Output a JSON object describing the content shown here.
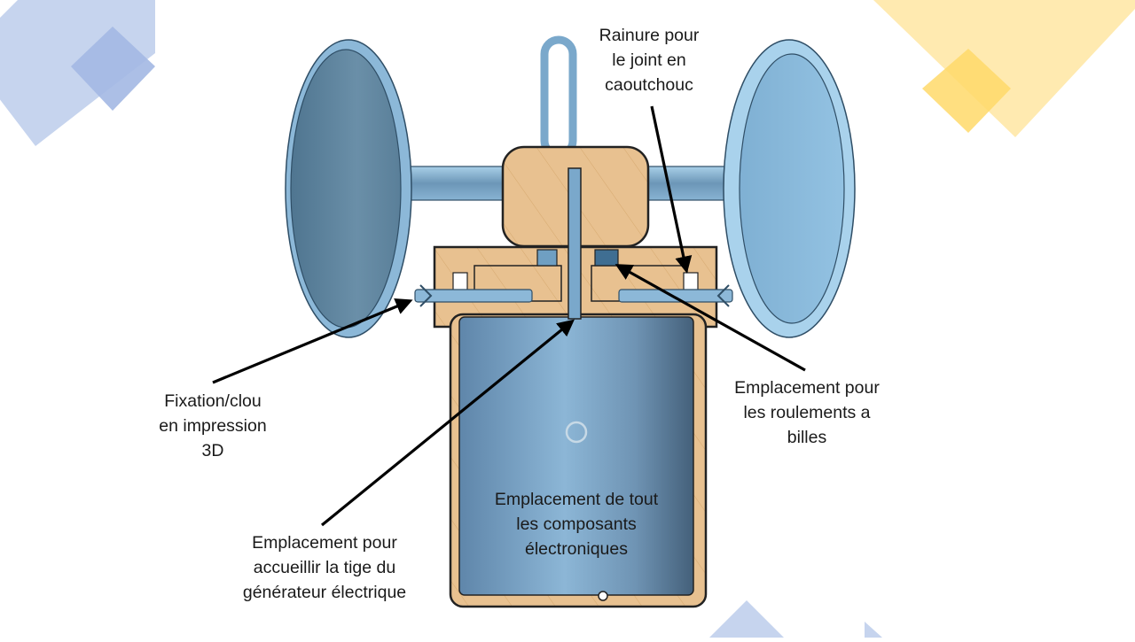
{
  "colors": {
    "deco_blue": "#8fa9de",
    "deco_yellow": "#ffd34d",
    "cup_blue": "#6e95b8",
    "wood": "#e8c190",
    "outline": "#222222",
    "arrow": "#000000"
  },
  "labels": {
    "rainure": [
      "Rainure pour",
      "le joint en",
      "caoutchouc"
    ],
    "fixation": [
      "Fixation/clou",
      "en impression",
      "3D"
    ],
    "roulements": [
      "Emplacement pour",
      "les roulements a",
      "billes"
    ],
    "composants": [
      "Emplacement de tout",
      "les composants",
      "électroniques"
    ],
    "tige": [
      "Emplacement pour",
      "accueillir la tige du",
      "générateur électrique"
    ]
  }
}
